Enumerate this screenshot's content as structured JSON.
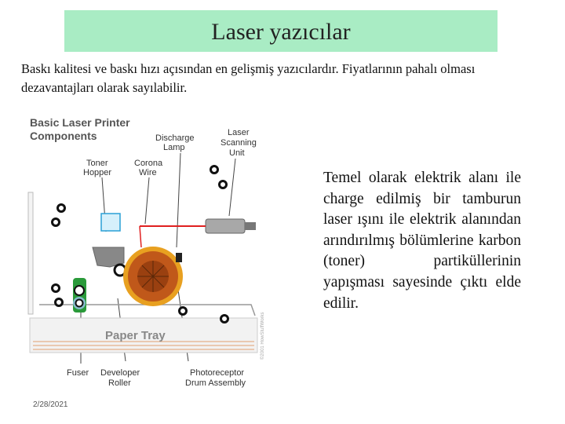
{
  "slide": {
    "title": "Laser yazıcılar",
    "intro": "Baskı kalitesi ve baskı hızı açısından en gelişmiş yazıcılardır. Fiyatlarının pahalı olması dezavantajları olarak sayılabilir.",
    "description": "Temel olarak elektrik alanı ile charge edilmiş bir tamburun laser ışını ile elektrik alanından arındırılmış bölümlerine karbon (toner) partiküllerinin yapışması sayesinde çıktı elde edilir.",
    "date": "2/28/2021"
  },
  "diagram": {
    "heading_line1": "Basic Laser Printer",
    "heading_line2": "Components",
    "labels": {
      "discharge_lamp_1": "Discharge",
      "discharge_lamp_2": "Lamp",
      "laser_unit_1": "Laser",
      "laser_unit_2": "Scanning",
      "laser_unit_3": "Unit",
      "toner_hopper_1": "Toner",
      "toner_hopper_2": "Hopper",
      "corona_wire_1": "Corona",
      "corona_wire_2": "Wire",
      "paper_tray": "Paper Tray",
      "fuser": "Fuser",
      "developer_roller_1": "Developer",
      "developer_roller_2": "Roller",
      "drum_assembly_1": "Photoreceptor",
      "drum_assembly_2": "Drum Assembly",
      "copyright": "©2001 HowStuffWorks"
    },
    "colors": {
      "drum": "#c0581a",
      "drum_ring": "#e8a020",
      "fuser": "#2a9a3a",
      "laser_beam": "#e02020",
      "toner": "#888888"
    }
  }
}
